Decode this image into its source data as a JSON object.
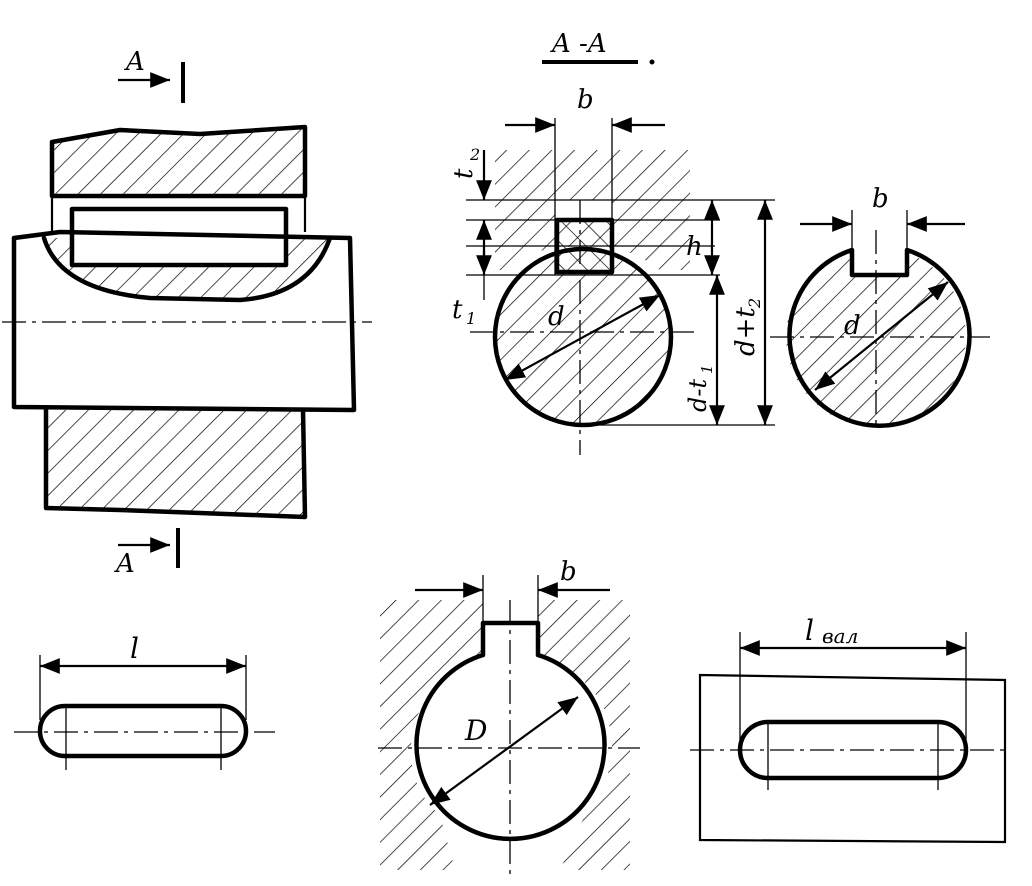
{
  "section_marks": {
    "top": "A",
    "bottom": "A"
  },
  "section_title": "A -A",
  "labels": {
    "b_top": "b",
    "t2": "t",
    "t2_sub": "2",
    "t1": "t",
    "t1_sub": "1",
    "d_main": "d",
    "h": "h",
    "d_minus_t1": "d-t",
    "d_minus_t1_sub": "1",
    "d_plus_t2": "d+t",
    "d_plus_t2_sub": "2",
    "b_right": "b",
    "d_right": "d",
    "l_key": "l",
    "b_hub": "b",
    "D_hub": "D",
    "l_shaft": "l",
    "l_shaft_sub": "вал"
  },
  "colors": {
    "ink": "#000000",
    "paper": "#ffffff"
  }
}
